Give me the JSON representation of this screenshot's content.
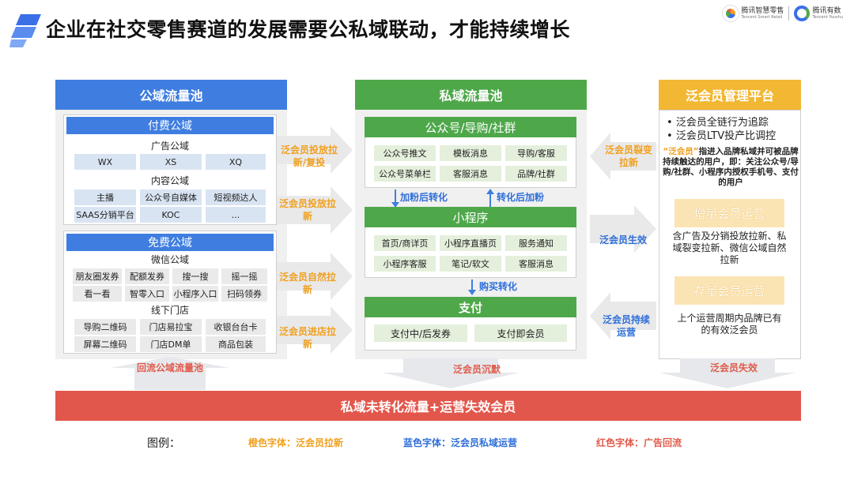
{
  "title": "企业在社交零售赛道的发展需要公私域联动，才能持续增长",
  "brands": [
    {
      "name": "腾讯智慧零售",
      "sub": "Tencent Smart Retail"
    },
    {
      "name": "腾讯有数",
      "sub": "Tencent Youshu"
    }
  ],
  "public_pool": {
    "header": "公域流量池",
    "paid": {
      "header": "付费公域",
      "ads_label": "广告公域",
      "ads": [
        "WX",
        "XS",
        "XQ"
      ],
      "content_label": "内容公域",
      "content_row1": [
        "主播",
        "公众号自媒体",
        "短视频达人"
      ],
      "content_row2": [
        "SAAS分销平台",
        "KOC",
        "..."
      ]
    },
    "free": {
      "header": "免费公域",
      "wechat_label": "微信公域",
      "wechat_row1": [
        "朋友圈发券",
        "配额发券",
        "搜一搜",
        "摇一摇"
      ],
      "wechat_row2": [
        "看一看",
        "智零入口",
        "小程序入口",
        "扫码领券"
      ],
      "offline_label": "线下门店",
      "offline_row1": [
        "导购二维码",
        "门店易拉宝",
        "收银台台卡"
      ],
      "offline_row2": [
        "屏幕二维码",
        "门店DM单",
        "商品包装"
      ]
    }
  },
  "mid_arrows": [
    "泛会员投放拉新/复投",
    "泛会员投放拉新",
    "泛会员自然拉新",
    "泛会员进店拉新"
  ],
  "private_pool": {
    "header": "私域流量池",
    "oa": {
      "header": "公众号/导购/社群",
      "row1": [
        "公众号推文",
        "模板消息",
        "导购/客服"
      ],
      "row2": [
        "公众号菜单栏",
        "客服消息",
        "品牌/社群"
      ]
    },
    "down_label": "加粉后转化",
    "up_label": "转化后加粉",
    "mini": {
      "header": "小程序",
      "row1": [
        "首页/商详页",
        "小程序直播页",
        "服务通知"
      ],
      "row2": [
        "小程序客服",
        "笔记/软文",
        "客服消息"
      ]
    },
    "buy_label": "购买转化",
    "pay": {
      "header": "支付",
      "row": [
        "支付中/后发券",
        "支付即会员"
      ]
    }
  },
  "right_arrows": {
    "top": "泛会员裂变拉新",
    "mid": "泛会员生效",
    "bottom": "泛会员持续运营"
  },
  "member_platform": {
    "header": "泛会员管理平台",
    "bullets": [
      "泛会员全链行为追踪",
      "泛会员LTV投产比调控"
    ],
    "definition_highlight": "“泛会员”",
    "definition": "指进入品牌私域并可被品牌持续触达的用户，即：关注公众号/导购/社群、小程序内授权手机号、支付的用户",
    "growth_header": "增量会员运营",
    "growth_text": "含广告及分销投放拉新、私域裂变拉新、微信公域自然拉新",
    "stock_header": "存量会员运营",
    "stock_text": "上个运营周期内品牌已有的有效泛会员"
  },
  "bottom_arrows": {
    "left": "回流公域流量池",
    "middle": "泛会员沉默",
    "right": "泛会员失效"
  },
  "bottom_bar": "私域未转化流量+运营失效会员",
  "legend": {
    "label": "图例：",
    "orange": "橙色字体：泛会员拉新",
    "blue": "蓝色字体：泛会员私域运营",
    "red": "红色字体：广告回流"
  },
  "colors": {
    "public": "#3f7ee0",
    "private": "#4ea84a",
    "platform": "#f2b733",
    "bottom_bar": "#e2574c",
    "orange_text": "#f0a020",
    "blue_text": "#2f6fd8",
    "red_text": "#e05a4a"
  }
}
